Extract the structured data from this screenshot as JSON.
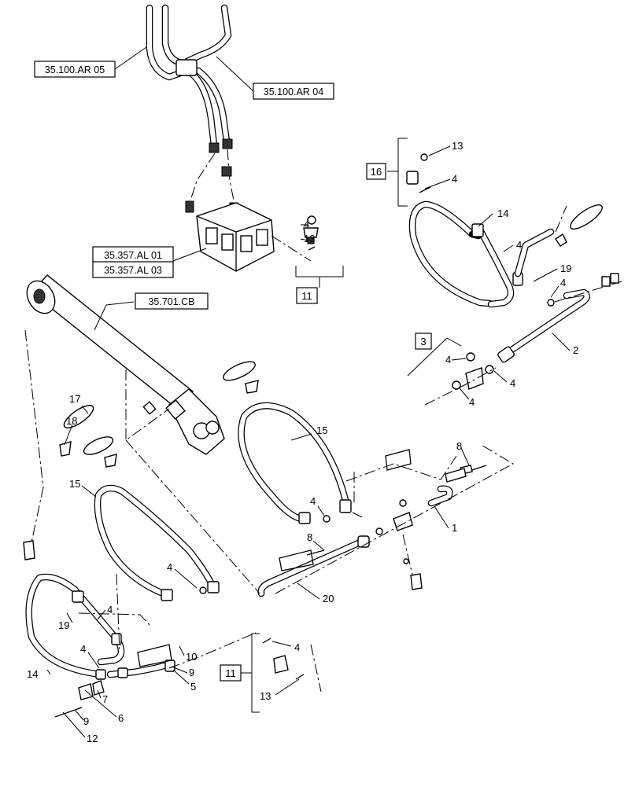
{
  "references": {
    "ar05": "35.100.AR 05",
    "ar04": "35.100.AR 04",
    "al01": "35.357.AL 01",
    "al03": "35.357.AL 03",
    "cb": "35.701.CB"
  },
  "group_boxes": {
    "g16": "16",
    "g11_top": "11",
    "g3": "3",
    "g11_bottom": "11"
  },
  "callouts": {
    "c13_top": "13",
    "c4_tr": "4",
    "c14_tr": "14",
    "c4_tr2": "4",
    "c19_tr": "19",
    "c4_tr3": "4",
    "c2": "2",
    "c4_valve": "4",
    "c13_valve": "13",
    "c4_kit_a": "4",
    "c4_kit_b": "4",
    "c4_kit_c": "4",
    "c17": "17",
    "c18": "18",
    "c15_mid": "15",
    "c8_right": "8",
    "c4_mid": "4",
    "c1": "1",
    "c15_left": "15",
    "c8_mid": "8",
    "c4_left": "4",
    "c20": "20",
    "c4_lh": "4",
    "c19_left": "19",
    "c4_ll": "4",
    "c14_left": "14",
    "c10": "10",
    "c9_mid": "9",
    "c5": "5",
    "c7": "7",
    "c6": "6",
    "c9_low": "9",
    "c12": "12",
    "c4_kit11": "4",
    "c13_kit11": "13"
  }
}
